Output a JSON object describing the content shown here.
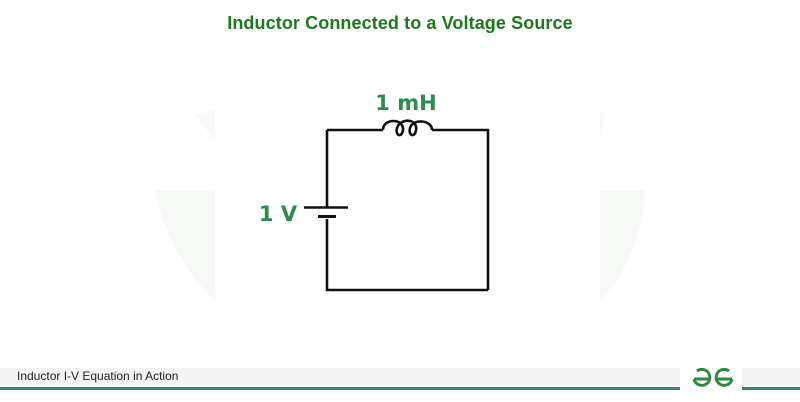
{
  "title": "Inductor Connected to a Voltage Source",
  "diagram": {
    "inductor": {
      "label": "1 mH",
      "component": "inductor"
    },
    "source": {
      "label": "1 V",
      "component": "dc-voltage-source"
    },
    "label_color": "#2e8b4e",
    "wire_color": "#111111"
  },
  "footer": {
    "caption": "Inductor I-V Equation in Action",
    "logo": "geeksforgeeks-logo",
    "accent_color": "#2f8a5f"
  }
}
